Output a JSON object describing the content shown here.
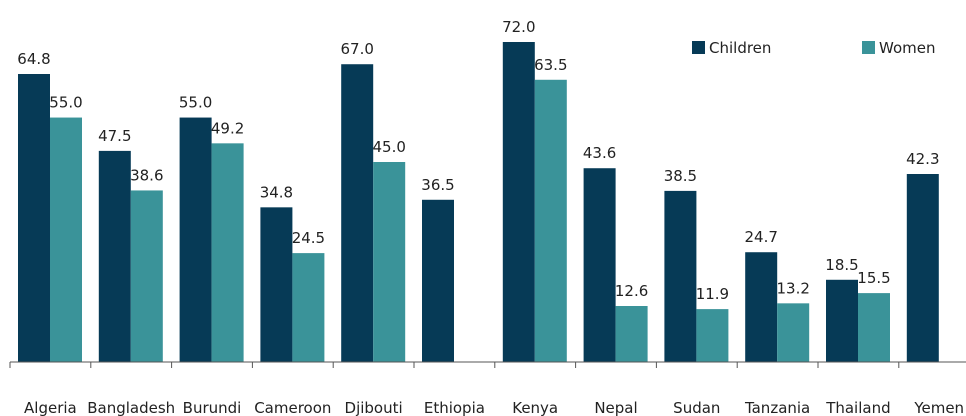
{
  "chart_data": {
    "type": "bar",
    "categories": [
      "Algeria",
      "Bangladesh",
      "Burundi",
      "Cameroon",
      "Djibouti",
      "Ethiopia",
      "Kenya",
      "Nepal",
      "Sudan",
      "Tanzania",
      "Thailand",
      "Yemen"
    ],
    "series": [
      {
        "name": "Children",
        "color": "#063a56",
        "values": [
          64.8,
          47.5,
          55.0,
          34.8,
          67.0,
          36.5,
          72.0,
          43.6,
          38.5,
          24.7,
          18.5,
          42.3
        ]
      },
      {
        "name": "Women",
        "color": "#3a9399",
        "values": [
          55.0,
          38.6,
          49.2,
          24.5,
          45.0,
          null,
          63.5,
          12.6,
          11.9,
          13.2,
          15.5,
          null
        ]
      }
    ],
    "ylim": [
      0,
      72
    ],
    "grid": false,
    "legend": "top-right",
    "data_labels": true
  }
}
